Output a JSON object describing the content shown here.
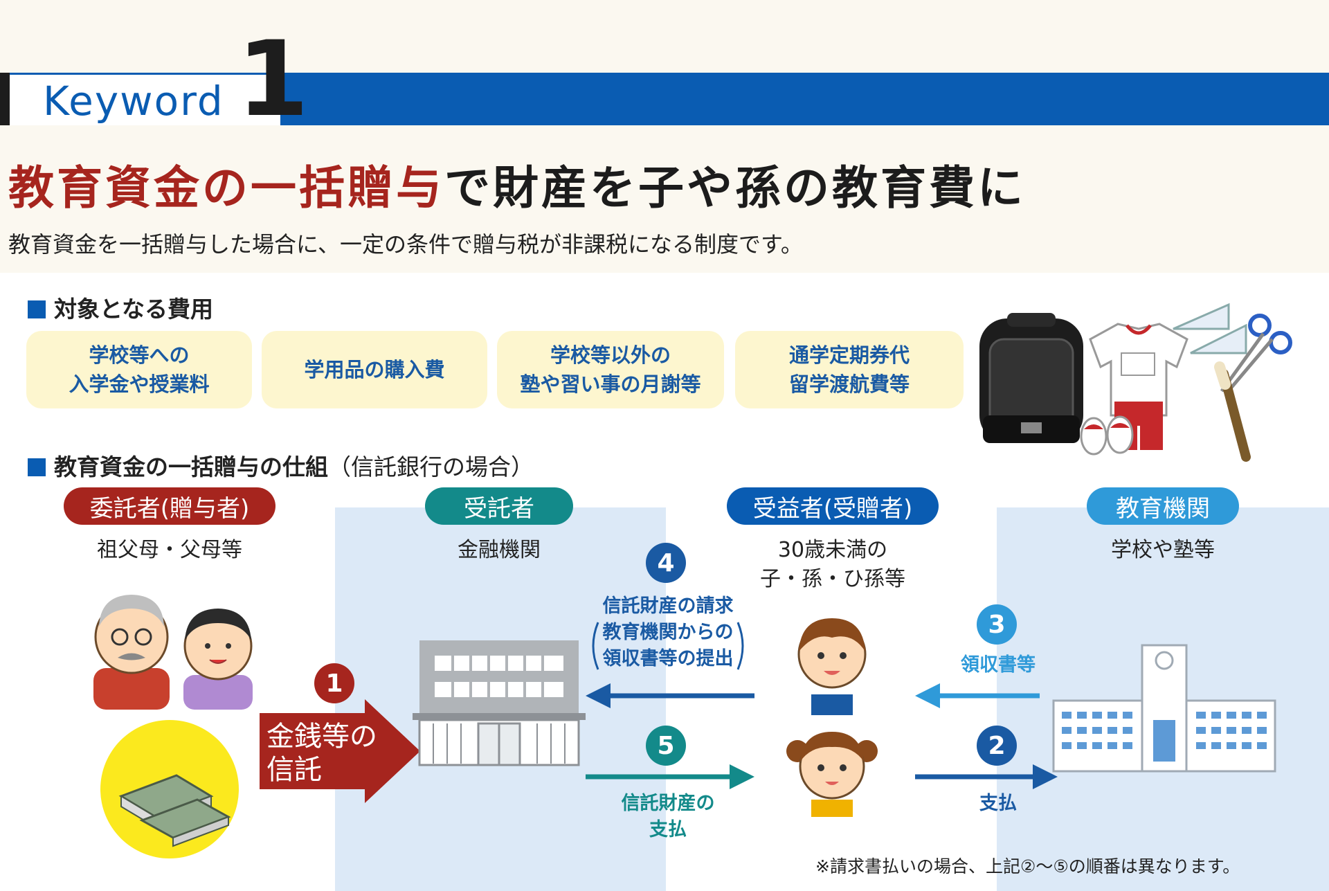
{
  "keyword": {
    "label": "Keyword",
    "number": "1"
  },
  "headline": {
    "red": "教育資金の一括贈与",
    "black": "で財産を子や孫の教育費に"
  },
  "subtitle": "教育資金を一括贈与した場合に、一定の条件で贈与税が非課税になる制度です。",
  "section1": {
    "title": "対象となる費用"
  },
  "costs": [
    {
      "line1": "学校等への",
      "line2": "入学金や授業料"
    },
    {
      "line1": "学用品の購入費",
      "line2": ""
    },
    {
      "line1": "学校等以外の",
      "line2": "塾や習い事の月謝等"
    },
    {
      "line1": "通学定期券代",
      "line2": "留学渡航費等"
    }
  ],
  "section2": {
    "title": "教育資金の一括贈与の仕組",
    "note": "（信託銀行の場合）"
  },
  "roles": [
    {
      "label": "委託者(贈与者)",
      "desc1": "祖父母・父母等",
      "desc2": "",
      "color": "#a6251e"
    },
    {
      "label": "受託者",
      "desc1": "金融機関",
      "desc2": "",
      "color": "#138a8a"
    },
    {
      "label": "受益者(受贈者)",
      "desc1": "30歳未満の",
      "desc2": "子・孫・ひ孫等",
      "color": "#0a5cb2"
    },
    {
      "label": "教育機関",
      "desc1": "学校や塾等",
      "desc2": "",
      "color": "#2f9ad9"
    }
  ],
  "steps": {
    "s1": {
      "num": "1",
      "line1": "金銭等の",
      "line2": "信託",
      "color": "#a6251e"
    },
    "s2": {
      "num": "2",
      "line1": "支払",
      "color": "#1a5aa3"
    },
    "s3": {
      "num": "3",
      "line1": "領収書等",
      "color": "#2f9ad9"
    },
    "s4": {
      "num": "4",
      "line1": "信託財産の請求",
      "line2": "教育機関からの",
      "line3": "領収書等の提出",
      "color": "#1a5aa3"
    },
    "s5": {
      "num": "5",
      "line1": "信託財産の",
      "line2": "支払",
      "color": "#138a8a"
    }
  },
  "footnote": "※請求書払いの場合、上記②〜⑤の順番は異なります。",
  "icons": [
    "school-bag-icon",
    "gym-uniform-icon",
    "ruler-set-icon",
    "scissors-icon",
    "recorder-icon",
    "shoes-icon",
    "grandparents-icon",
    "money-stack-icon",
    "bank-building-icon",
    "boy-icon",
    "girl-icon",
    "school-building-icon"
  ]
}
